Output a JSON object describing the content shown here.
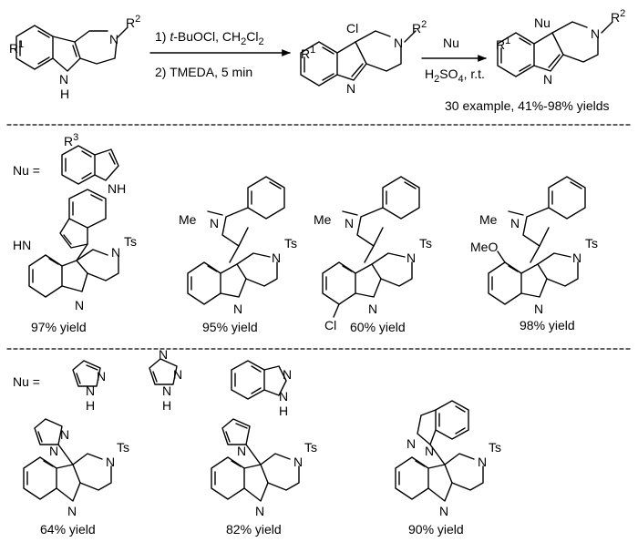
{
  "scheme": {
    "step1": {
      "line1_prefix": "1) ",
      "line1_italic": "t",
      "line1_rest": "-BuOCl, CH",
      "line1_sub": "2",
      "line1_tail": "Cl",
      "line1_sub2": "2",
      "line2": "2) TMEDA, 5 min"
    },
    "step2": {
      "reagent": "Nu",
      "cond_a": "H",
      "cond_sub1": "2",
      "cond_b": "SO",
      "cond_sub2": "4",
      "cond_c": ", r.t."
    },
    "scope_note": "30 example, 41%-98% yields",
    "atoms": {
      "N": "N",
      "H": "H",
      "NH": "NH",
      "HN": "HN",
      "Cl": "Cl",
      "Nu": "Nu",
      "Ts": "Ts",
      "Me": "Me",
      "MeO": "MeO",
      "R": "R",
      "sup1": "1",
      "sup2": "2",
      "sup3": "3"
    }
  },
  "section1": {
    "nu_label": "Nu =",
    "yields": [
      "97% yield",
      "95% yield",
      "60% yield",
      "98% yield"
    ]
  },
  "section2": {
    "nu_label": "Nu  =",
    "yields": [
      "64% yield",
      "82% yield",
      "90% yield"
    ]
  }
}
